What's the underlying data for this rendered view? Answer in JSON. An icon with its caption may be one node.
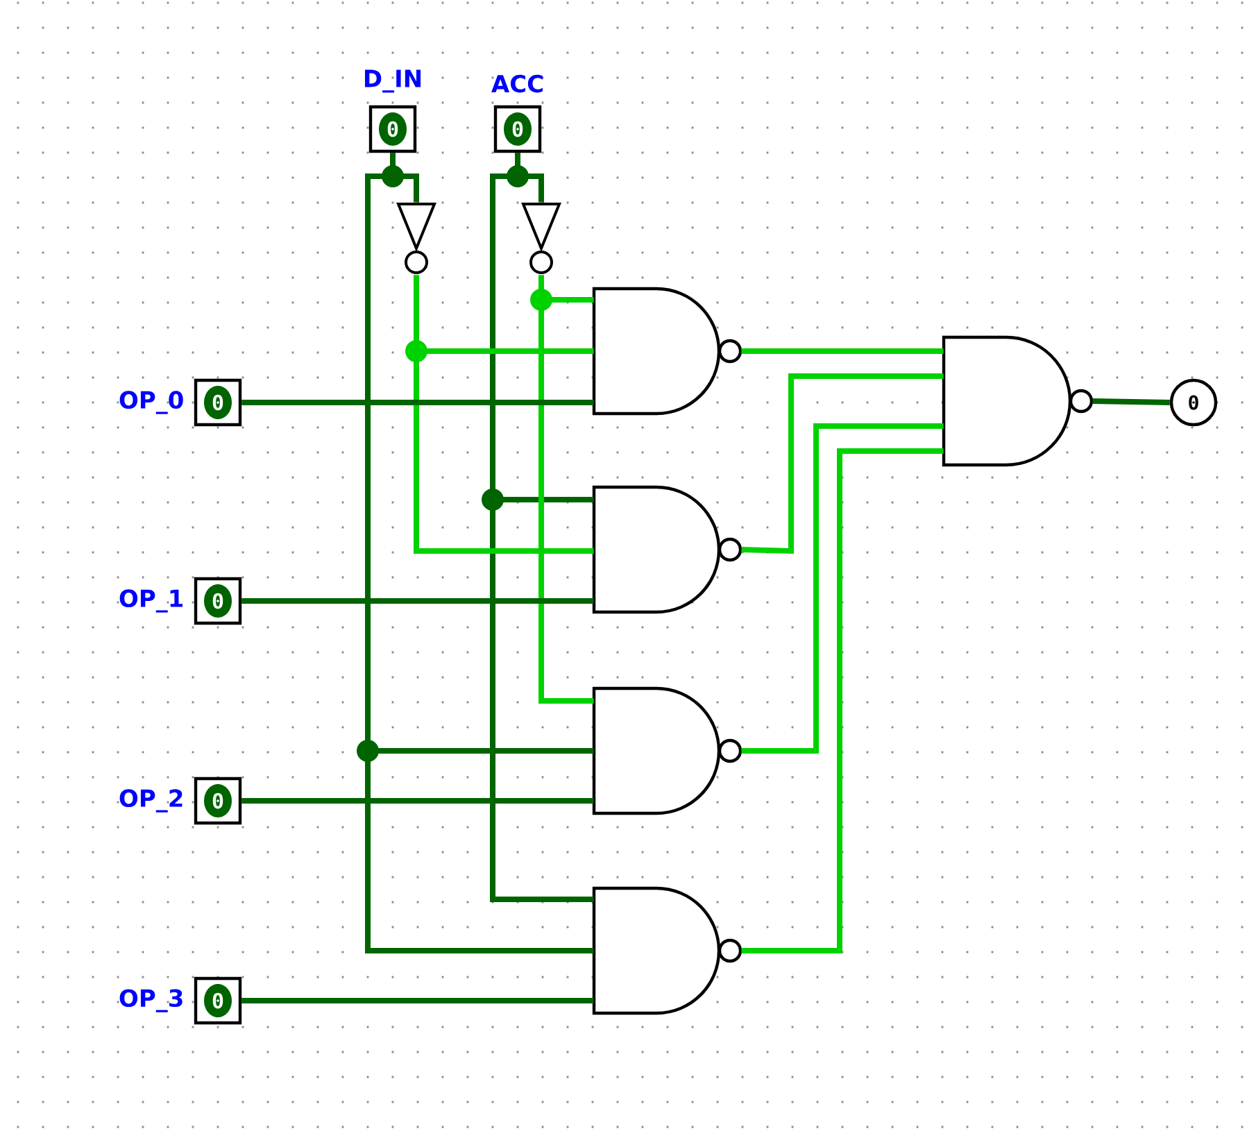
{
  "diagram": {
    "nodes": [
      {
        "text": [
          "0"
        ],
        "beside": [
          "D_IN"
        ]
      },
      {
        "text": [
          "0"
        ],
        "beside": [
          "ACC"
        ]
      },
      {
        "text": [],
        "shape": "triangle"
      },
      {
        "text": [],
        "shape": "triangle"
      },
      {
        "text": [
          "0"
        ],
        "beside": [
          "OP_0"
        ]
      },
      {
        "text": [],
        "shape": "gate"
      },
      {
        "text": [
          "0"
        ],
        "beside": [
          "OP_1"
        ]
      },
      {
        "text": [],
        "shape": "gate"
      },
      {
        "text": [
          "0"
        ],
        "beside": [
          "OP_2"
        ]
      },
      {
        "text": [],
        "shape": "gate"
      },
      {
        "text": [
          "0"
        ],
        "beside": [
          "OP_3"
        ]
      },
      {
        "text": [],
        "shape": "gate"
      },
      {
        "text": [],
        "shape": "gate"
      },
      {
        "text": [
          "0"
        ]
      }
    ],
    "edges": [
      {
        "from": 0,
        "to": 2,
        "arrow": "none"
      },
      {
        "from": 0,
        "to": 9,
        "arrow": "none"
      },
      {
        "from": 0,
        "to": 11,
        "arrow": "none"
      },
      {
        "from": 1,
        "to": 3,
        "arrow": "none"
      },
      {
        "from": 1,
        "to": 7,
        "arrow": "none"
      },
      {
        "from": 1,
        "to": 11,
        "arrow": "none"
      },
      {
        "from": 2,
        "to": 5,
        "arrow": "none",
        "color": "#00d200"
      },
      {
        "from": 2,
        "to": 7,
        "arrow": "none",
        "color": "#00d200"
      },
      {
        "from": 3,
        "to": 5,
        "arrow": "none",
        "color": "#00d200"
      },
      {
        "from": 3,
        "to": 9,
        "arrow": "none",
        "color": "#00d200"
      },
      {
        "from": 4,
        "to": 5,
        "arrow": "none"
      },
      {
        "from": 6,
        "to": 7,
        "arrow": "none"
      },
      {
        "from": 8,
        "to": 9,
        "arrow": "none"
      },
      {
        "from": 10,
        "to": 11,
        "arrow": "none"
      },
      {
        "from": 5,
        "to": 12,
        "arrow": "none",
        "color": "#00d200"
      },
      {
        "from": 7,
        "to": 12,
        "arrow": "none",
        "color": "#00d200"
      },
      {
        "from": 9,
        "to": 12,
        "arrow": "none",
        "color": "#00d200"
      },
      {
        "from": 11,
        "to": 12,
        "arrow": "none",
        "color": "#00d200"
      },
      {
        "from": 12,
        "to": 13,
        "arrow": "none"
      }
    ]
  }
}
